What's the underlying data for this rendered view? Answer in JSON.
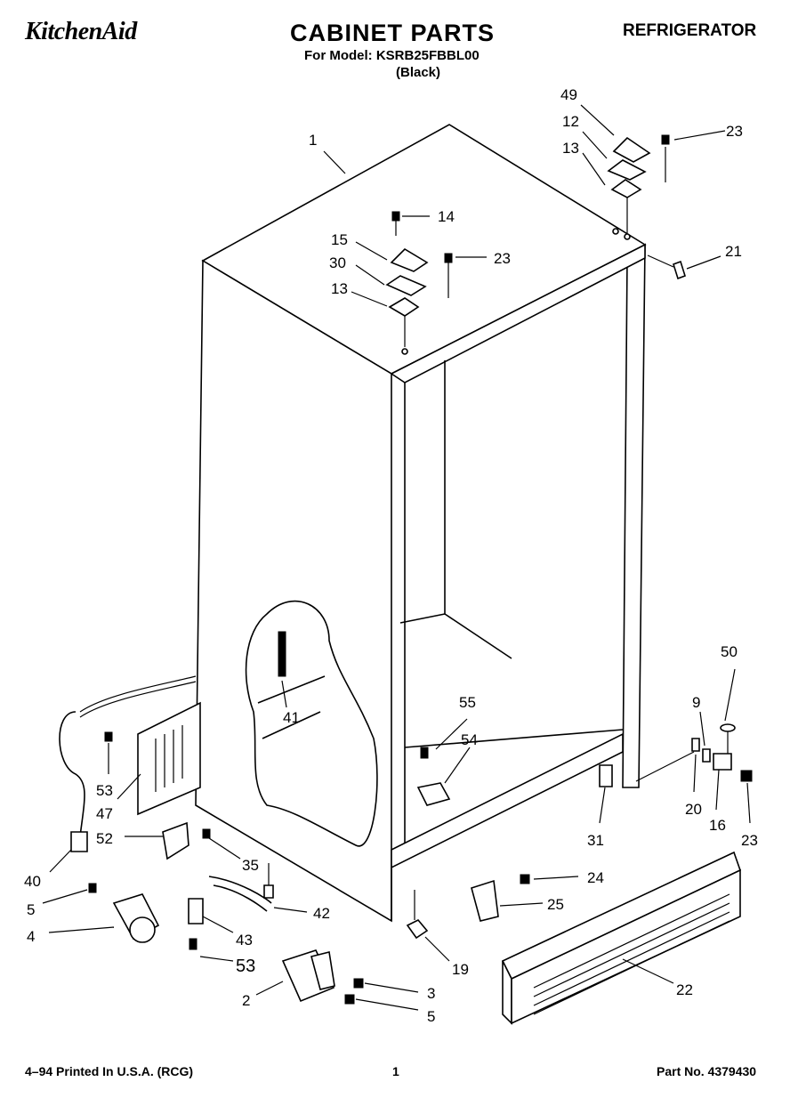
{
  "header": {
    "brand": "KitchenAid",
    "title": "CABINET PARTS",
    "category": "REFRIGERATOR",
    "model_line": "For Model: KSRB25FBBL00",
    "color": "(Black)"
  },
  "footer": {
    "printed": "4–94 Printed In U.S.A. (RCG)",
    "page": "1",
    "part_no": "Part No. 4379430"
  },
  "callouts": {
    "c1": "1",
    "c49": "49",
    "c12": "12",
    "c13a": "13",
    "c23a": "23",
    "c14": "14",
    "c15": "15",
    "c30": "30",
    "c13b": "13",
    "c23b": "23",
    "c21": "21",
    "c41": "41",
    "c55": "55",
    "c54": "54",
    "c50": "50",
    "c9": "9",
    "c20": "20",
    "c16": "16",
    "c23c": "23",
    "c31": "31",
    "c53a": "53",
    "c47": "47",
    "c52": "52",
    "c40": "40",
    "c35": "35",
    "c5a": "5",
    "c4": "4",
    "c42": "42",
    "c43": "43",
    "c53b": "53",
    "c24": "24",
    "c25": "25",
    "c19": "19",
    "c22": "22",
    "c2": "2",
    "c3": "3",
    "c5b": "5"
  }
}
